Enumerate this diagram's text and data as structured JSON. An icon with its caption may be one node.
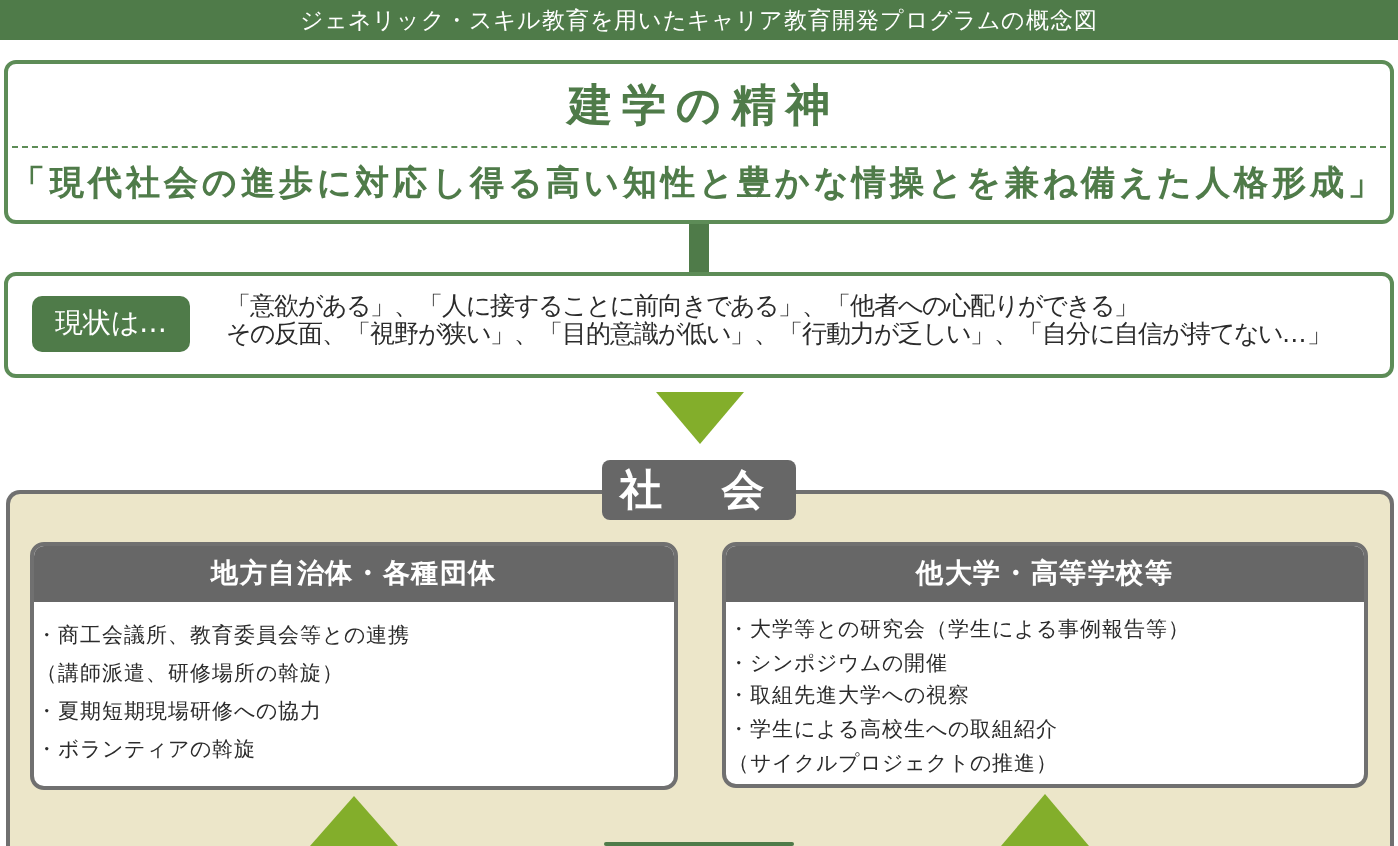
{
  "diagram": {
    "title": "ジェネリック・スキル教育を用いたキャリア教育開発プログラムの概念図",
    "nodes": [
      {
        "text": [
          "建学の精神",
          "「現代社会の進歩に対応し得る高い知性と豊かな情操とを兼ね備えた人格形成」"
        ]
      },
      {
        "text": [
          "「意欲がある」、「人に接することに前向きである」、「他者への心配りができる」",
          "その反面、「視野が狭い」、「目的意識が低い」、「行動力が乏しい」、「自分に自信が持てない…」"
        ]
      },
      {
        "text": [
          "現状は…"
        ],
        "in": 1
      },
      {
        "text": [
          "社会"
        ]
      },
      {
        "text": [
          "地方自治体・各種団体",
          "・商工会議所、教育委員会等との連携（講師派遣、研修場所の斡旋）",
          "・夏期短期現場研修への協力",
          "・ボランティアの斡旋"
        ],
        "in": 3
      },
      {
        "text": [
          "他大学・高等学校等",
          "・大学等との研究会（学生による事例報告等）",
          "・シンポジウムの開催",
          "・取組先進大学への視察",
          "・学生による高校生への取組紹介（サイクルプロジェクトの推進）"
        ],
        "in": 3
      },
      {
        "text": [],
        "shape": "box",
        "in": 3
      }
    ],
    "edges": [
      {
        "from": 0,
        "to": 1,
        "arrow": "none",
        "style": "thick",
        "color": "#4f7b49"
      },
      {
        "from": 1,
        "to": 3,
        "arrow": "to"
      },
      {
        "from": null,
        "to": 4,
        "arrow": "to"
      },
      {
        "from": null,
        "to": 5,
        "arrow": "to"
      }
    ]
  }
}
